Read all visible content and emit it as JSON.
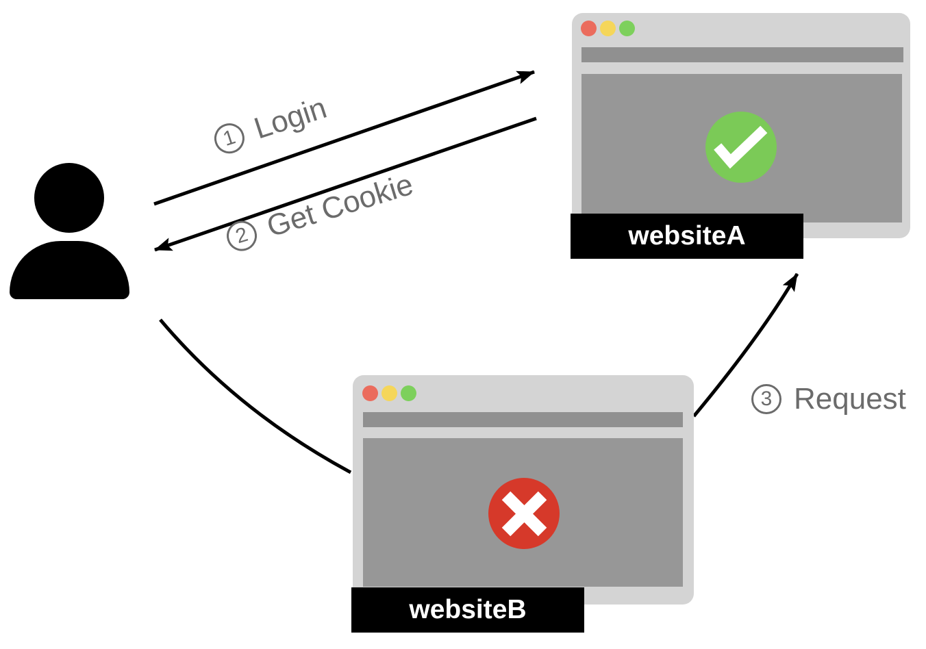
{
  "actor": {
    "name": "user"
  },
  "steps": [
    {
      "number": "1",
      "label": "Login",
      "from": "user",
      "to": "websiteA"
    },
    {
      "number": "2",
      "label": "Get Cookie",
      "from": "websiteA",
      "to": "user"
    },
    {
      "number": "3",
      "label": "Request",
      "from": "websiteB",
      "to": "websiteA"
    }
  ],
  "windows": [
    {
      "label": "websiteA",
      "status": "success",
      "status_icon": "checkmark-icon"
    },
    {
      "label": "websiteB",
      "status": "error",
      "status_icon": "cross-icon"
    }
  ],
  "icons": {
    "traffic_lights": [
      "close-dot-icon",
      "minimize-dot-icon",
      "zoom-dot-icon"
    ],
    "person": "user-icon"
  },
  "colors": {
    "window_chrome": "#d4d4d4",
    "address_bar": "#909090",
    "page_content": "#979797",
    "success_green": "#7bca57",
    "error_red": "#d6392a",
    "traffic_red": "#eb6c5d",
    "traffic_yellow": "#f5d65a",
    "traffic_green": "#7dd05c",
    "label_text": "#6b6b6b",
    "nameplate_bg": "#000000",
    "nameplate_text": "#ffffff",
    "arrow": "#000000"
  }
}
